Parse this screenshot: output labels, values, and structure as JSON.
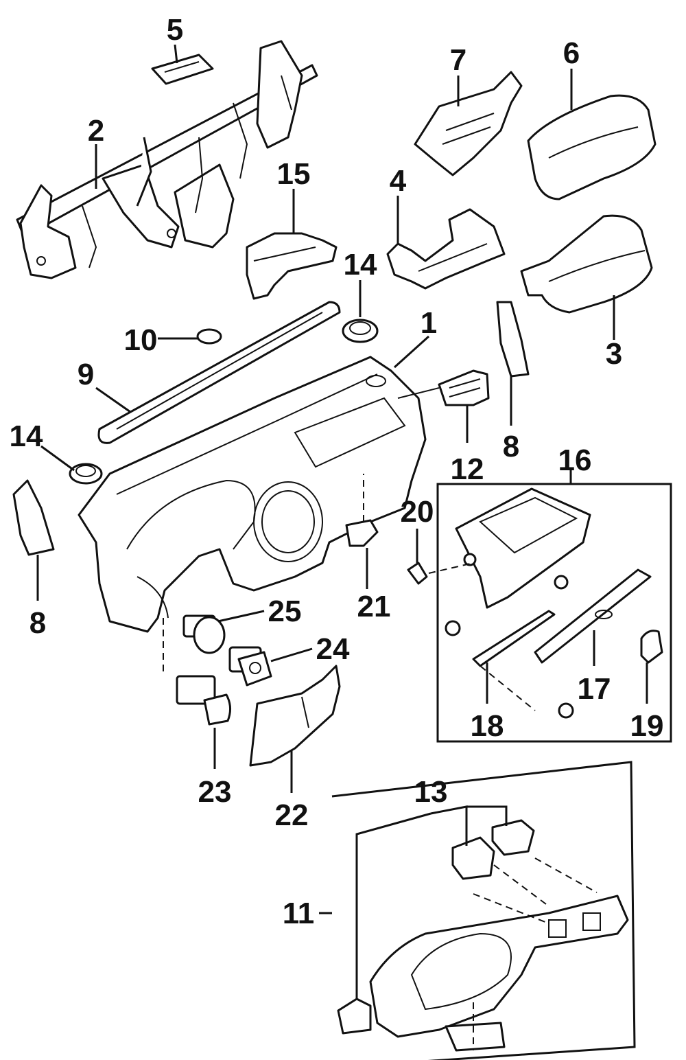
{
  "callouts": {
    "c1": "1",
    "c2": "2",
    "c3": "3",
    "c4": "4",
    "c5": "5",
    "c6": "6",
    "c7": "7",
    "c8a": "8",
    "c8b": "8",
    "c9": "9",
    "c10": "10",
    "c11": "11",
    "c12": "12",
    "c13": "13",
    "c14a": "14",
    "c14b": "14",
    "c15": "15",
    "c16": "16",
    "c17": "17",
    "c18": "18",
    "c19": "19",
    "c20": "20",
    "c21": "21",
    "c22": "22",
    "c23": "23",
    "c24": "24",
    "c25": "25"
  },
  "colors": {
    "line": "#111111",
    "background": "#ffffff"
  }
}
